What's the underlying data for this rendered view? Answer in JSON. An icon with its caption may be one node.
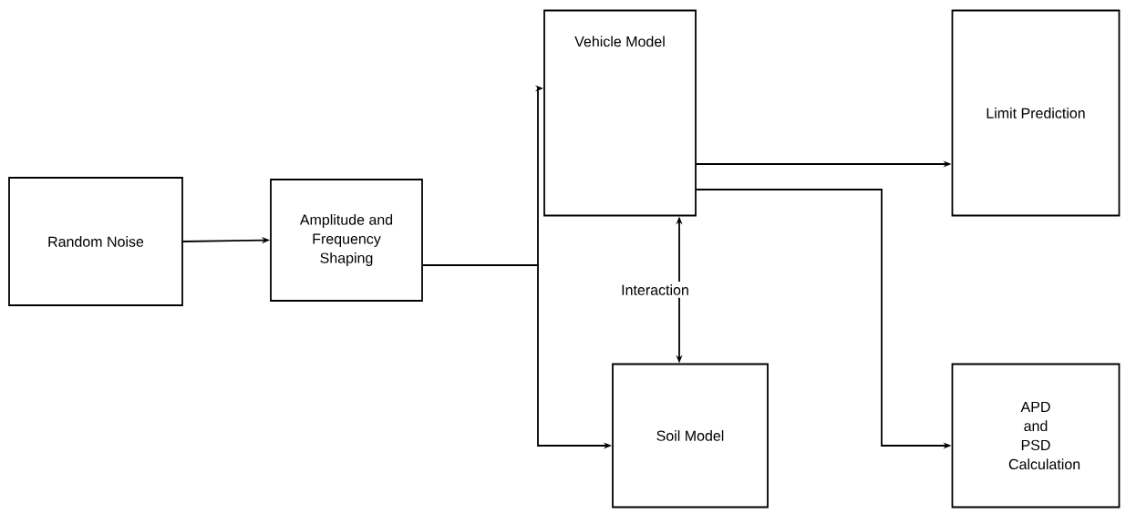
{
  "diagram": {
    "nodes": [
      {
        "text": [
          "Random Noise"
        ]
      },
      {
        "text": [
          "Amplitude and Frequency Shaping"
        ]
      },
      {
        "text": [
          "Vehicle Model"
        ]
      },
      {
        "text": [
          "Soil Model"
        ]
      },
      {
        "text": [
          "Limit Prediction"
        ]
      },
      {
        "text": [
          "APD and PSD Calculation"
        ]
      }
    ],
    "edges": [
      {
        "from": 0,
        "to": 1,
        "arrow": "to"
      },
      {
        "from": 1,
        "to": 2,
        "arrow": "to"
      },
      {
        "from": 1,
        "to": 3,
        "arrow": "to"
      },
      {
        "from": 2,
        "to": 3,
        "arrow": "both",
        "label": "Interaction"
      },
      {
        "from": 2,
        "to": 4,
        "arrow": "to"
      },
      {
        "from": 2,
        "to": 5,
        "arrow": "to"
      }
    ]
  }
}
